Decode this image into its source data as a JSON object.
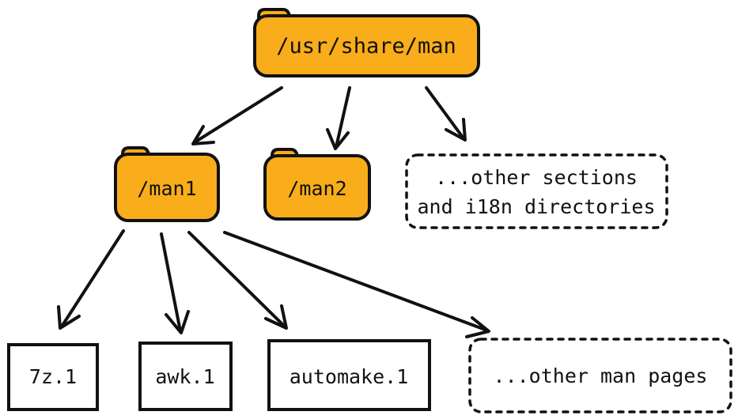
{
  "colors": {
    "folder_fill": "#f9ad1a",
    "ink": "#111111",
    "background": "#ffffff"
  },
  "nodes": {
    "root": {
      "label": "/usr/share/man",
      "kind": "folder"
    },
    "man1": {
      "label": "/man1",
      "kind": "folder"
    },
    "man2": {
      "label": "/man2",
      "kind": "folder"
    },
    "other_sections": {
      "line1": "...other sections",
      "line2": "and i18n directories",
      "kind": "placeholder"
    },
    "page_7z": {
      "label": "7z.1",
      "kind": "file"
    },
    "page_awk": {
      "label": "awk.1",
      "kind": "file"
    },
    "page_automake": {
      "label": "automake.1",
      "kind": "file"
    },
    "other_pages": {
      "label": "...other man pages",
      "kind": "placeholder"
    }
  },
  "edges": [
    {
      "from": "root",
      "to": "man1"
    },
    {
      "from": "root",
      "to": "man2"
    },
    {
      "from": "root",
      "to": "other_sections"
    },
    {
      "from": "man1",
      "to": "page_7z"
    },
    {
      "from": "man1",
      "to": "page_awk"
    },
    {
      "from": "man1",
      "to": "page_automake"
    },
    {
      "from": "man1",
      "to": "other_pages"
    }
  ]
}
